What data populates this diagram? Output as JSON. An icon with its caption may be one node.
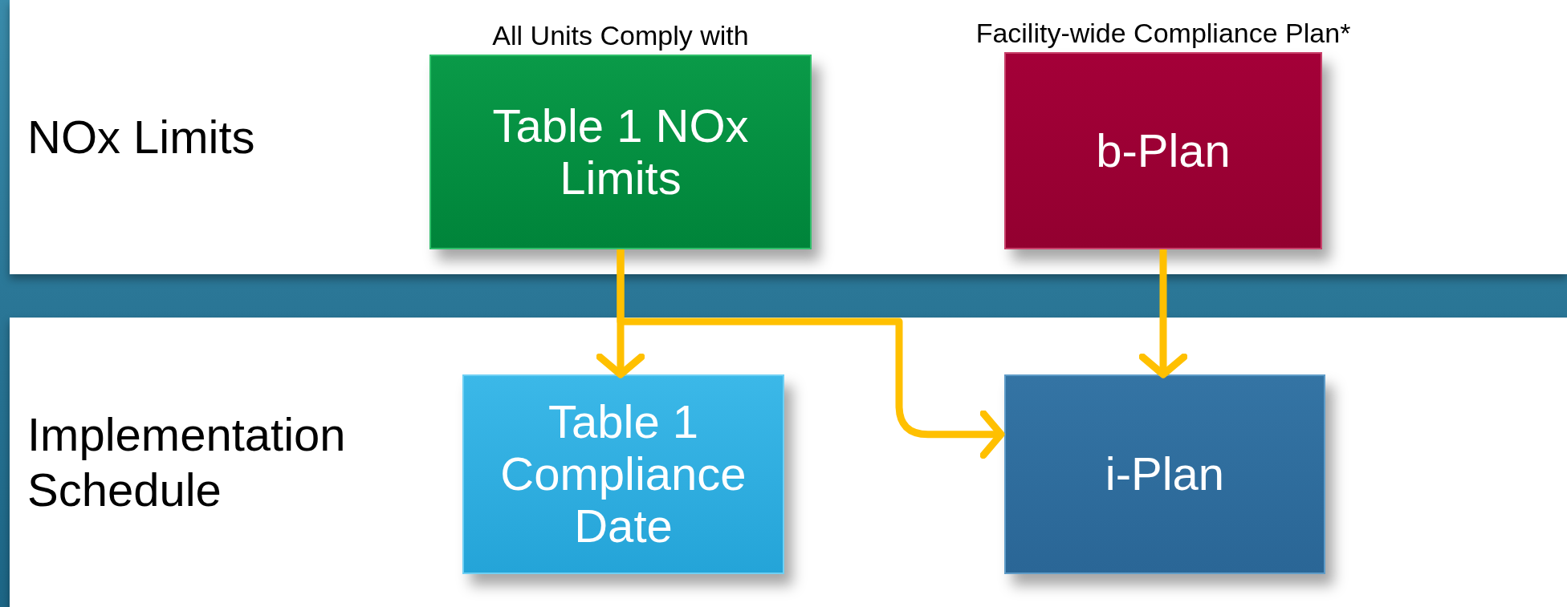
{
  "diagram": {
    "nodes": [
      {
        "text": [
          "NOx Limits"
        ]
      },
      {
        "text": [
          "All Units Comply with",
          "Table 1 NOx Limits"
        ],
        "in": 0
      },
      {
        "text": [
          "Facility-wide Compliance Plan*",
          "b-Plan"
        ],
        "in": 0
      },
      {
        "text": [
          "Implementation Schedule"
        ]
      },
      {
        "text": [
          "Table 1 Compliance Date"
        ],
        "in": 3
      },
      {
        "text": [
          "i-Plan"
        ],
        "in": 3
      }
    ],
    "edges": [
      {
        "from": 1,
        "to": 4,
        "arrow": "to"
      },
      {
        "from": 1,
        "to": 5,
        "arrow": "to"
      },
      {
        "from": 2,
        "to": 5,
        "arrow": "to"
      }
    ]
  }
}
